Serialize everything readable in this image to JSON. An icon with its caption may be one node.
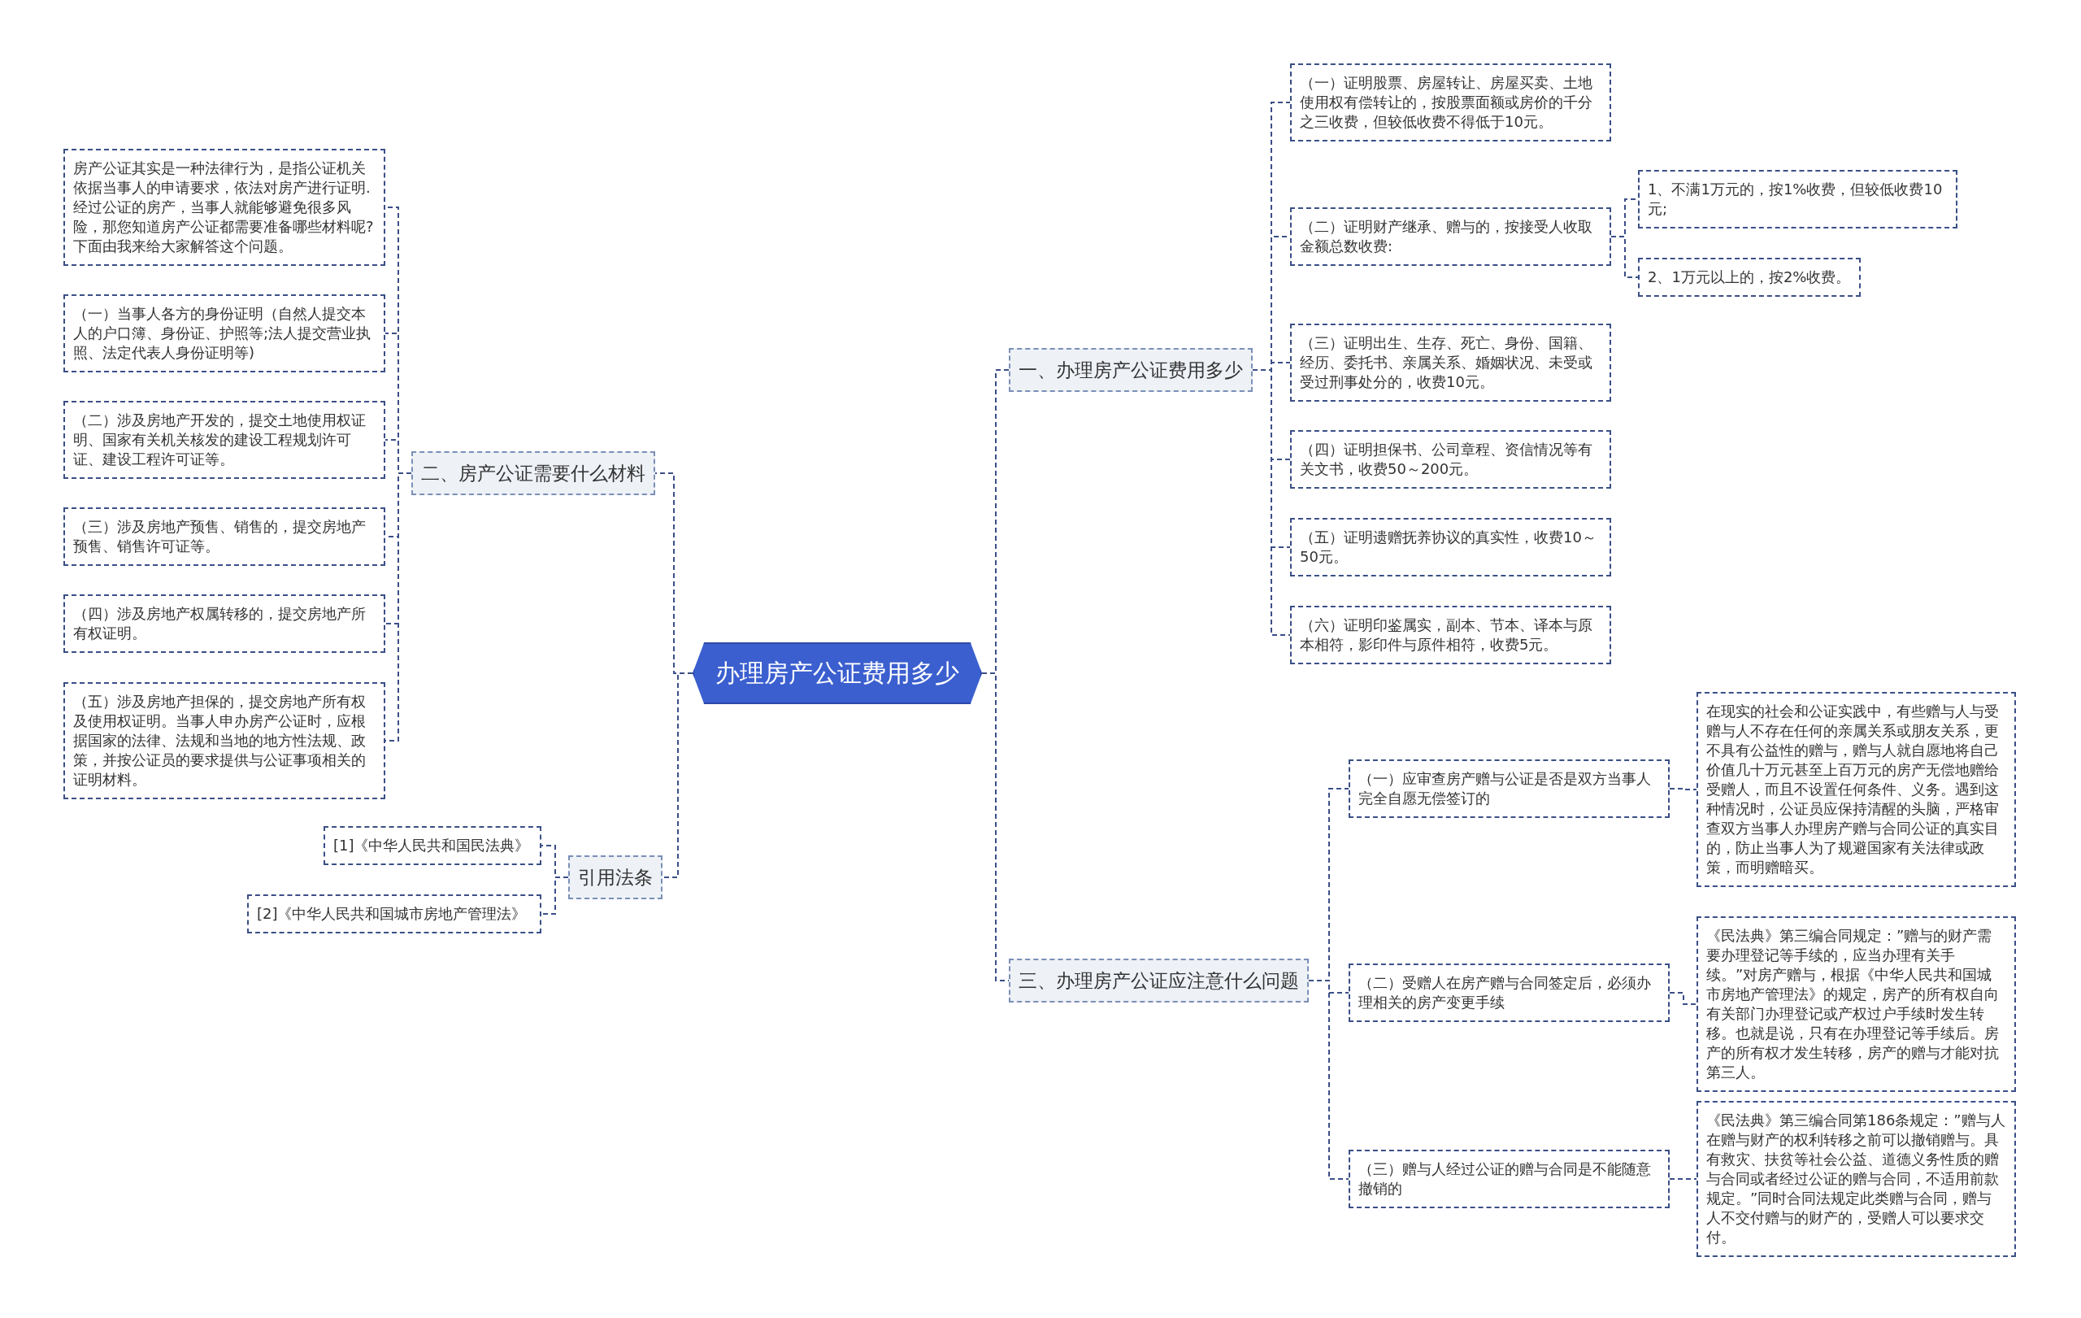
{
  "diagram": {
    "nodes": [
      {
        "text": [
          "办理房产公证费用多少"
        ]
      },
      {
        "text": [
          "一、办理房产公证费用多少"
        ]
      },
      {
        "text": [
          "二、房产公证需要什么材料"
        ]
      },
      {
        "text": [
          "引用法条"
        ]
      },
      {
        "text": [
          "三、办理房产公证应注意什么问题"
        ]
      },
      {
        "text": [
          "（一）证明股票、房屋转让、房屋买卖、土地使用权有偿转让的，按股票面额或房价的千分之三收费，但较低收费不得低于10元。"
        ]
      },
      {
        "text": [
          "（二）证明财产继承、赠与的，按接受人收取金额总数收费:"
        ]
      },
      {
        "text": [
          "1、不满1万元的，按1%收费，但较低收费10元;"
        ]
      },
      {
        "text": [
          "2、1万元以上的，按2%收费。"
        ]
      },
      {
        "text": [
          "（三）证明出生、生存、死亡、身份、国籍、经历、委托书、亲属关系、婚姻状况、未受或受过刑事处分的，收费10元。"
        ]
      },
      {
        "text": [
          "（四）证明担保书、公司章程、资信情况等有关文书，收费50～200元。"
        ]
      },
      {
        "text": [
          "（五）证明遗赠抚养协议的真实性，收费10～50元。"
        ]
      },
      {
        "text": [
          "（六）证明印鉴属实，副本、节本、译本与原本相符，影印件与原件相符，收费5元。"
        ]
      },
      {
        "text": [
          "房产公证其实是一种法律行为，是指公证机关依据当事人的申请要求，依法对房产进行证明.经过公证的房产，当事人就能够避免很多风险，那您知道房产公证都需要准备哪些材料呢?下面由我来给大家解答这个问题。"
        ]
      },
      {
        "text": [
          "（一）当事人各方的身份证明（自然人提交本人的户口簿、身份证、护照等;法人提交营业执照、法定代表人身份证明等)"
        ]
      },
      {
        "text": [
          "（二）涉及房地产开发的，提交土地使用权证明、国家有关机关核发的建设工程规划许可证、建设工程许可证等。"
        ]
      },
      {
        "text": [
          "（三）涉及房地产预售、销售的，提交房地产预售、销售许可证等。"
        ]
      },
      {
        "text": [
          "（四）涉及房地产权属转移的，提交房地产所有权证明。"
        ]
      },
      {
        "text": [
          "（五）涉及房地产担保的，提交房地产所有权及使用权证明。当事人申办房产公证时，应根据国家的法律、法规和当地的地方性法规、政策，并按公证员的要求提供与公证事项相关的证明材料。"
        ]
      },
      {
        "text": [
          "[1]《中华人民共和国民法典》"
        ]
      },
      {
        "text": [
          "[2]《中华人民共和国城市房地产管理法》"
        ]
      },
      {
        "text": [
          "（一）应审查房产赠与公证是否是双方当事人完全自愿无偿签订的"
        ]
      },
      {
        "text": [
          "（二）受赠人在房产赠与合同签定后，必须办理相关的房产变更手续"
        ]
      },
      {
        "text": [
          "（三）赠与人经过公证的赠与合同是不能随意撤销的"
        ]
      },
      {
        "text": [
          "在现实的社会和公证实践中，有些赠与人与受赠与人不存在任何的亲属关系或朋友关系，更不具有公益性的赠与，赠与人就自愿地将自己价值几十万元甚至上百万元的房产无偿地赠给受赠人，而且不设置任何条件、义务。遇到这种情况时，公证员应保持清醒的头脑，严格审查双方当事人办理房产赠与合同公证的真实目的，防止当事人为了规避国家有关法律或政策，而明赠暗买。"
        ]
      },
      {
        "text": [
          "《民法典》第三编合同规定：”赠与的财产需要办理登记等手续的，应当办理有关手续。”对房产赠与，根据《中华人民共和国城市房地产管理法》的规定，房产的所有权自向有关部门办理登记或产权过户手续时发生转移。也就是说，只有在办理登记等手续后。房产的所有权才发生转移，房产的赠与才能对抗第三人。"
        ]
      },
      {
        "text": [
          "《民法典》第三编合同第186条规定：”赠与人在赠与财产的权利转移之前可以撤销赠与。具有救灾、扶贫等社会公益、道德义务性质的赠与合同或者经过公证的赠与合同，不适用前款规定。”同时合同法规定此类赠与合同，赠与人不交付赠与的财产的，受赠人可以要求交付。"
        ]
      }
    ],
    "edges": [
      {
        "from": 0,
        "to": 1,
        "arrow": "none"
      },
      {
        "from": 0,
        "to": 2,
        "arrow": "none"
      },
      {
        "from": 0,
        "to": 3,
        "arrow": "none"
      },
      {
        "from": 0,
        "to": 4,
        "arrow": "none"
      },
      {
        "from": 1,
        "to": 5,
        "arrow": "none"
      },
      {
        "from": 1,
        "to": 6,
        "arrow": "none"
      },
      {
        "from": 1,
        "to": 9,
        "arrow": "none"
      },
      {
        "from": 1,
        "to": 10,
        "arrow": "none"
      },
      {
        "from": 1,
        "to": 11,
        "arrow": "none"
      },
      {
        "from": 1,
        "to": 12,
        "arrow": "none"
      },
      {
        "from": 6,
        "to": 7,
        "arrow": "none"
      },
      {
        "from": 6,
        "to": 8,
        "arrow": "none"
      },
      {
        "from": 2,
        "to": 13,
        "arrow": "none"
      },
      {
        "from": 2,
        "to": 14,
        "arrow": "none"
      },
      {
        "from": 2,
        "to": 15,
        "arrow": "none"
      },
      {
        "from": 2,
        "to": 16,
        "arrow": "none"
      },
      {
        "from": 2,
        "to": 17,
        "arrow": "none"
      },
      {
        "from": 2,
        "to": 18,
        "arrow": "none"
      },
      {
        "from": 3,
        "to": 19,
        "arrow": "none"
      },
      {
        "from": 3,
        "to": 20,
        "arrow": "none"
      },
      {
        "from": 4,
        "to": 21,
        "arrow": "none"
      },
      {
        "from": 4,
        "to": 22,
        "arrow": "none"
      },
      {
        "from": 4,
        "to": 23,
        "arrow": "none"
      },
      {
        "from": 21,
        "to": 24,
        "arrow": "none"
      },
      {
        "from": 22,
        "to": 25,
        "arrow": "none"
      },
      {
        "from": 23,
        "to": 26,
        "arrow": "none"
      }
    ]
  }
}
